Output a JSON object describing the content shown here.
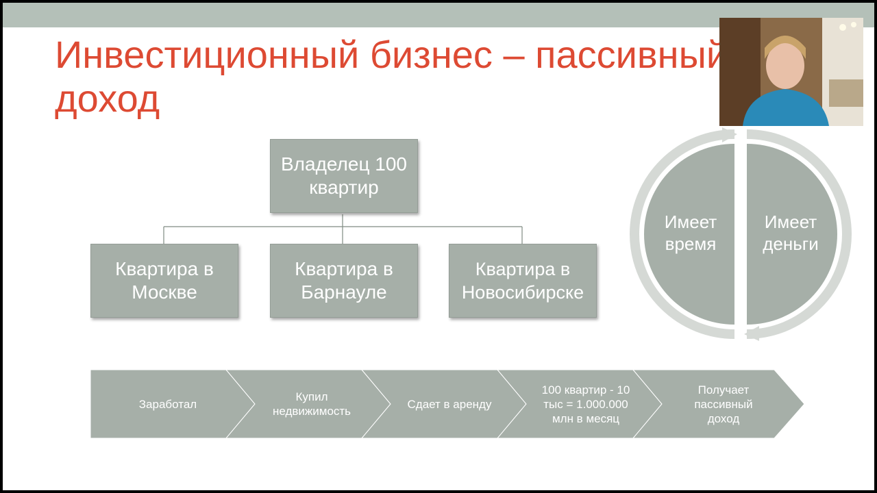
{
  "slide": {
    "title": "Инвестиционный бизнес – пассивный доход",
    "org_chart": {
      "root": "Владелец 100 квартир",
      "children": [
        "Квартира в Москве",
        "Квартира в Барнауле",
        "Квартира в Новосибирске"
      ]
    },
    "cycle": {
      "left": "Имеет время",
      "right": "Имеет деньги"
    },
    "process_steps": [
      "Заработал",
      "Купил недвижимость",
      "Сдает в аренду",
      "100 квартир - 10 тыс = 1.000.000 млн в месяц",
      "Получает пассивный доход"
    ]
  },
  "colors": {
    "accent": "#dd4a33",
    "shape_fill": "#a6afa8",
    "top_bar": "#b4c0b8"
  },
  "icons": [
    "webcam-video-person"
  ]
}
